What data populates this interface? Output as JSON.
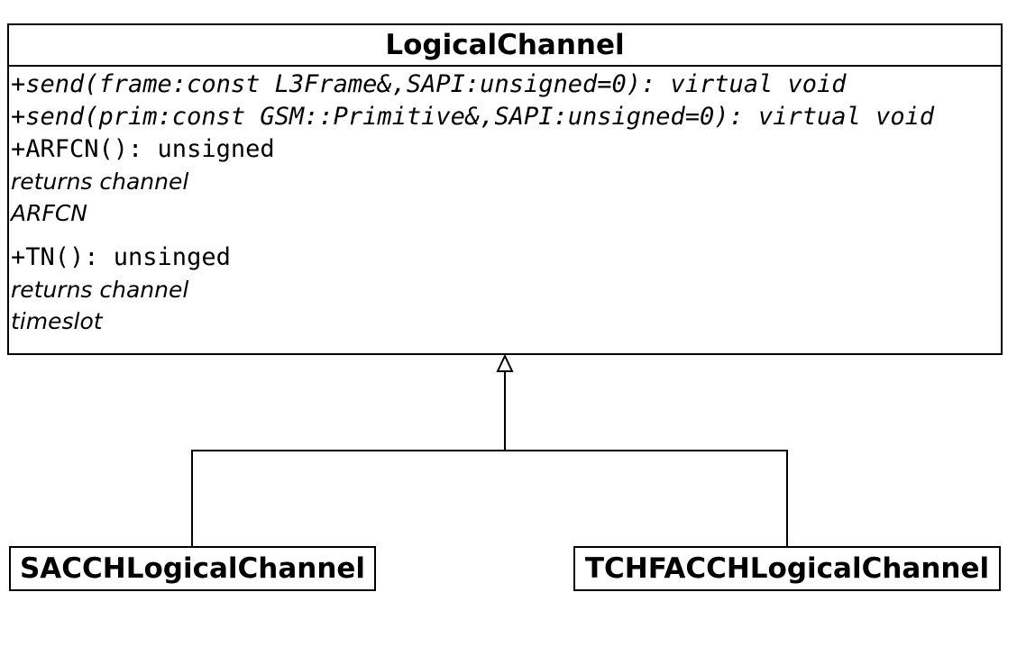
{
  "parent_class": {
    "name": "LogicalChannel",
    "members": [
      {
        "text": "+send(frame:const L3Frame&,SAPI:unsigned=0): virtual void",
        "style": "italic-mono"
      },
      {
        "text": "+send(prim:const GSM::Primitive&,SAPI:unsigned=0): virtual void",
        "style": "italic-mono"
      },
      {
        "text": "+ARFCN(): unsigned",
        "style": "mono"
      },
      {
        "text": "returns channel",
        "style": "desc"
      },
      {
        "text": "ARFCN",
        "style": "desc"
      },
      {
        "text": "+TN(): unsinged",
        "style": "mono"
      },
      {
        "text": "returns channel",
        "style": "desc"
      },
      {
        "text": "timeslot",
        "style": "desc"
      }
    ]
  },
  "child_classes": [
    {
      "name": "SACCHLogicalChannel"
    },
    {
      "name": "TCHFACCHLogicalChannel"
    }
  ],
  "relationship": "generalization"
}
